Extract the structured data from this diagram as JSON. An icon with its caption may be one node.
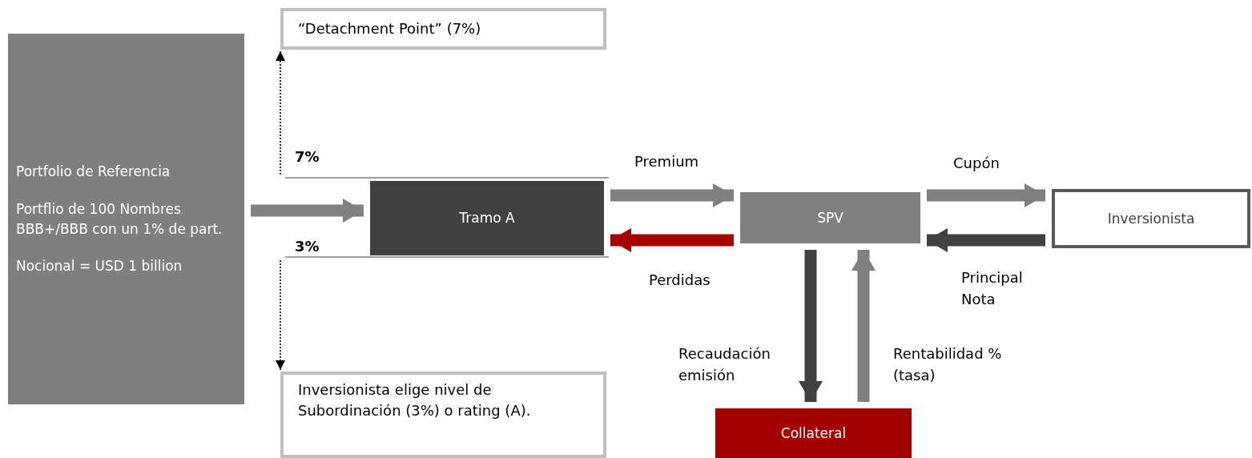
{
  "diagram": {
    "nodes": [
      {
        "text": [
          "Portfolio de Referencia",
          "Portflio de 100 Nombres BBB+/BBB con un 1% de part.",
          "Nocional = USD 1 billion"
        ]
      },
      {
        "text": [
          "“Detachment Point” (7%)"
        ]
      },
      {
        "text": [
          "Tramo A"
        ]
      },
      {
        "text": [
          "SPV"
        ]
      },
      {
        "text": [
          "Inversionista"
        ]
      },
      {
        "text": [
          "Inversionista elige nivel de Subordinación (3%) o rating (A)."
        ]
      },
      {
        "text": [
          "Collateral"
        ]
      }
    ],
    "edges": [
      {
        "from": 0,
        "to": 2,
        "arrow": "to"
      },
      {
        "from": 2,
        "to": 3,
        "arrow": "to",
        "label": "Premium"
      },
      {
        "from": 3,
        "to": 2,
        "arrow": "to",
        "label": "Perdidas",
        "color": "#a50000"
      },
      {
        "from": 3,
        "to": 4,
        "arrow": "to",
        "label": "Cupón"
      },
      {
        "from": 4,
        "to": 3,
        "arrow": "to",
        "label": "Principal Nota",
        "color": "#404040"
      },
      {
        "from": 3,
        "to": 6,
        "arrow": "to",
        "label": "Recaudación emisión",
        "color": "#404040"
      },
      {
        "from": 6,
        "to": 3,
        "arrow": "to",
        "label": "Rentabilidad % (tasa)"
      },
      {
        "from": null,
        "to": 1,
        "arrow": "to",
        "style": "dashed",
        "color": "#000000"
      },
      {
        "from": null,
        "to": 5,
        "arrow": "to",
        "style": "dashed",
        "color": "#000000"
      }
    ],
    "labels": [
      "7%",
      "3%"
    ]
  }
}
